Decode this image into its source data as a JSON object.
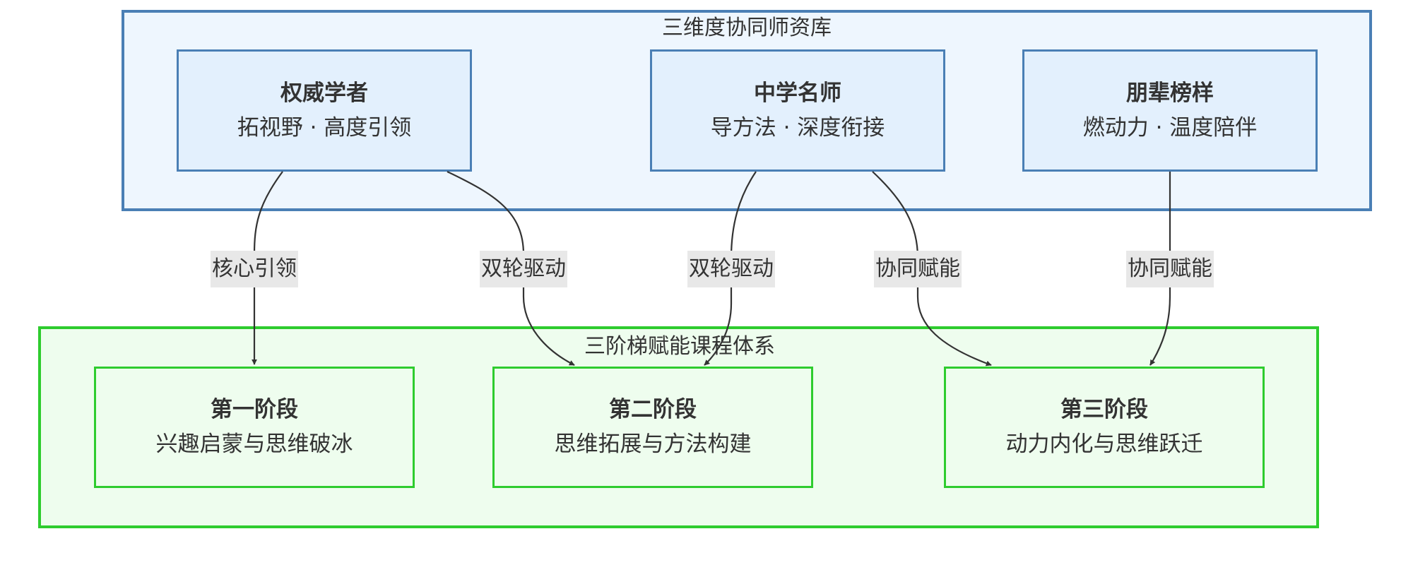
{
  "diagram": {
    "clusters": [
      {
        "id": "teachers",
        "title": "三维度协同师资库",
        "stroke": "#4a7fb5",
        "fill": "#eef6fe"
      },
      {
        "id": "curriculum",
        "title": "三阶梯赋能课程体系",
        "stroke": "#2ecc2e",
        "fill": "#eefdee"
      }
    ],
    "teacher_nodes": [
      {
        "id": "scholar",
        "title": "权威学者",
        "subtitle": "拓视野 · 高度引领"
      },
      {
        "id": "mentor",
        "title": "中学名师",
        "subtitle": "导方法 · 深度衔接"
      },
      {
        "id": "peer",
        "title": "朋辈榜样",
        "subtitle": "燃动力 · 温度陪伴"
      }
    ],
    "stage_nodes": [
      {
        "id": "stage1",
        "title": "第一阶段",
        "subtitle": "兴趣启蒙与思维破冰"
      },
      {
        "id": "stage2",
        "title": "第二阶段",
        "subtitle": "思维拓展与方法构建"
      },
      {
        "id": "stage3",
        "title": "第三阶段",
        "subtitle": "动力内化与思维跃迁"
      }
    ],
    "edges": [
      {
        "from": "scholar",
        "to": "stage1",
        "label": "核心引领"
      },
      {
        "from": "scholar",
        "to": "stage2",
        "label": "双轮驱动"
      },
      {
        "from": "mentor",
        "to": "stage2",
        "label": "双轮驱动"
      },
      {
        "from": "mentor",
        "to": "stage3",
        "label": "协同赋能"
      },
      {
        "from": "peer",
        "to": "stage3",
        "label": "协同赋能"
      }
    ],
    "edge_color": "#333333",
    "label_bg": "#e8e8e8"
  }
}
